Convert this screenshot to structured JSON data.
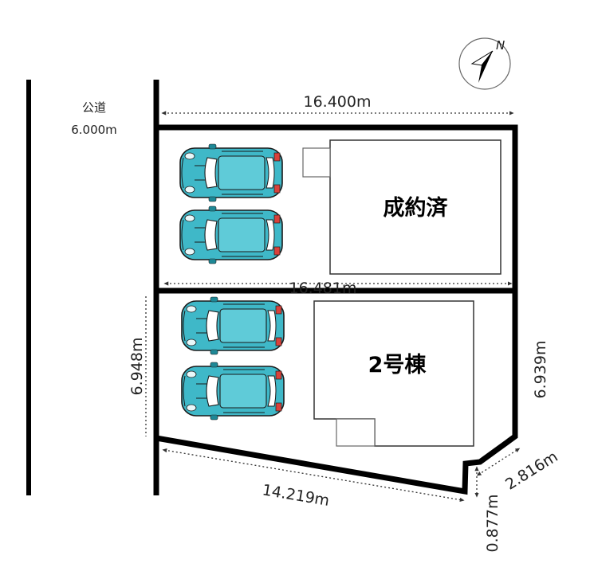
{
  "road": {
    "label": "公道",
    "width": "6.000m"
  },
  "compass": {
    "letter": "N"
  },
  "dimensions": {
    "top": "16.400m",
    "middle": "16.481m",
    "left": "6.948m",
    "right": "6.939m",
    "bottom": "14.219m",
    "notch_diagonal": "2.816m",
    "notch_vertical": "0.877m"
  },
  "lots": {
    "upper": {
      "building_label": "成約済"
    },
    "lower": {
      "building_label": "2号棟"
    }
  },
  "colors": {
    "car_body": "#3fb8c8",
    "car_dark": "#1e8896",
    "outline": "#000000"
  }
}
